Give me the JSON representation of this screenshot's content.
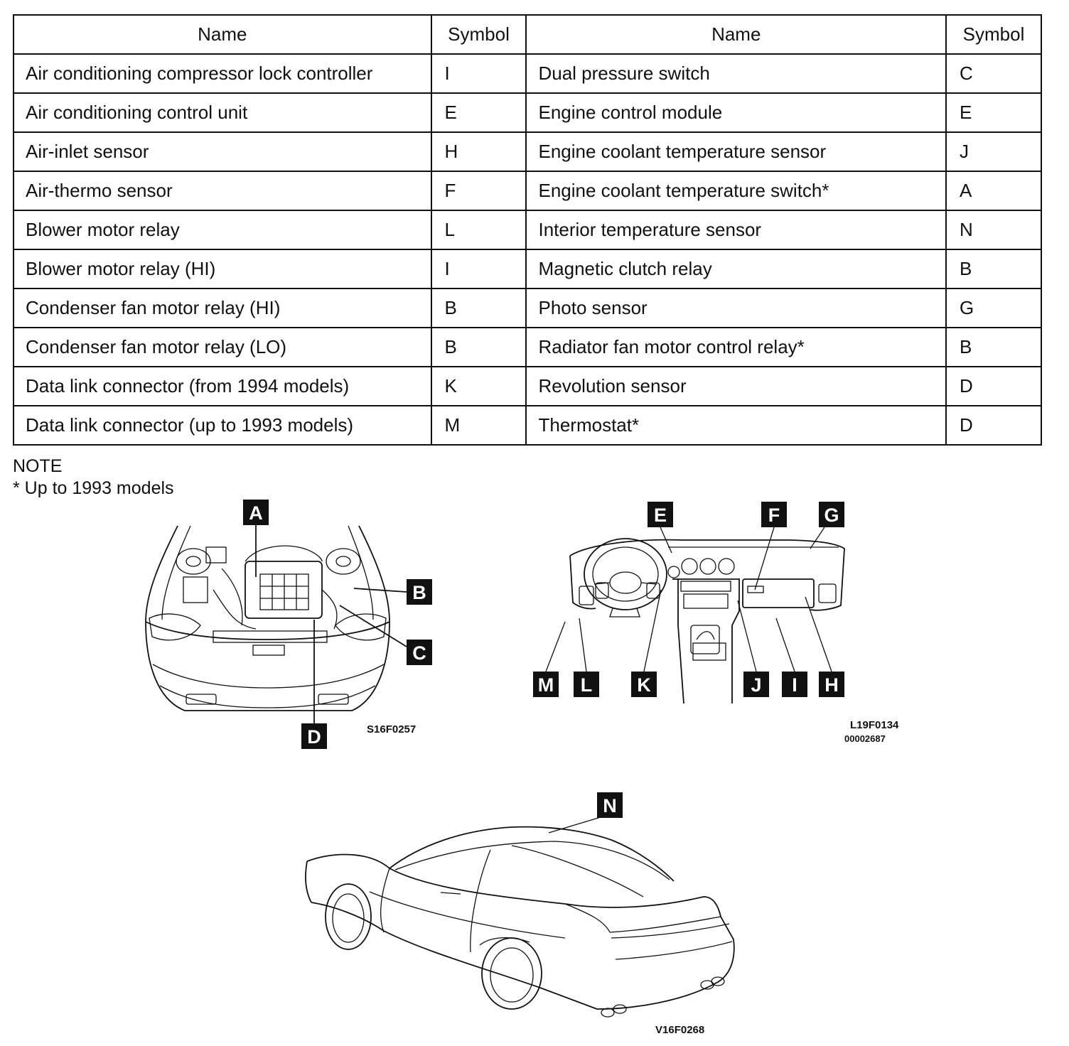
{
  "table": {
    "headers": [
      "Name",
      "Symbol",
      "Name",
      "Symbol"
    ],
    "rows": [
      {
        "name1": "Air conditioning compressor lock controller",
        "sym1": "I",
        "name2": "Dual pressure switch",
        "sym2": "C"
      },
      {
        "name1": "Air conditioning control unit",
        "sym1": "E",
        "name2": "Engine control module",
        "sym2": "E"
      },
      {
        "name1": "Air-inlet sensor",
        "sym1": "H",
        "name2": "Engine coolant temperature sensor",
        "sym2": "J"
      },
      {
        "name1": "Air-thermo sensor",
        "sym1": "F",
        "name2": "Engine coolant temperature switch*",
        "sym2": "A"
      },
      {
        "name1": "Blower motor relay",
        "sym1": "L",
        "name2": "Interior temperature sensor",
        "sym2": "N"
      },
      {
        "name1": "Blower motor relay (HI)",
        "sym1": "I",
        "name2": "Magnetic clutch relay",
        "sym2": "B"
      },
      {
        "name1": "Condenser fan motor relay (HI)",
        "sym1": "B",
        "name2": "Photo sensor",
        "sym2": "G"
      },
      {
        "name1": "Condenser fan motor relay (LO)",
        "sym1": "B",
        "name2": "Radiator fan motor control relay*",
        "sym2": "B"
      },
      {
        "name1": "Data link connector (from 1994 models)",
        "sym1": "K",
        "name2": "Revolution sensor",
        "sym2": "D"
      },
      {
        "name1": "Data link connector (up to 1993 models)",
        "sym1": "M",
        "name2": "Thermostat*",
        "sym2": "D"
      }
    ]
  },
  "note": {
    "title": "NOTE",
    "text": "* Up to 1993 models"
  },
  "figures": {
    "engine": {
      "code": "S16F0257",
      "labels": {
        "A": "A",
        "B": "B",
        "C": "C",
        "D": "D"
      }
    },
    "dash": {
      "code": "L19F0134",
      "code2": "00002687",
      "labels": {
        "E": "E",
        "F": "F",
        "G": "G",
        "H": "H",
        "I": "I",
        "J": "J",
        "K": "K",
        "L": "L",
        "M": "M"
      }
    },
    "car": {
      "code": "V16F0268",
      "labels": {
        "N": "N"
      }
    }
  }
}
